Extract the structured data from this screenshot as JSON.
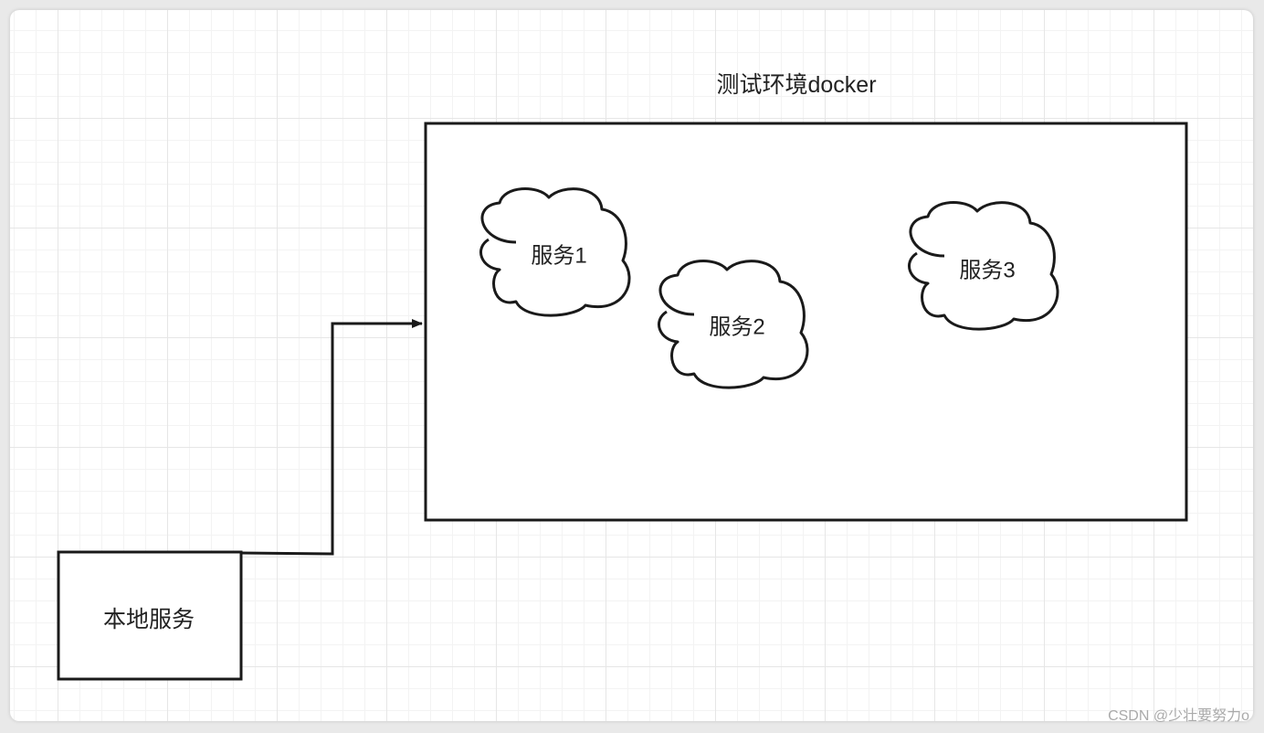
{
  "diagram": {
    "env_title": "测试环境docker",
    "local_service": "本地服务",
    "clouds": [
      "服务1",
      "服务2",
      "服务3"
    ]
  },
  "watermark": "CSDN @少壮要努力o"
}
